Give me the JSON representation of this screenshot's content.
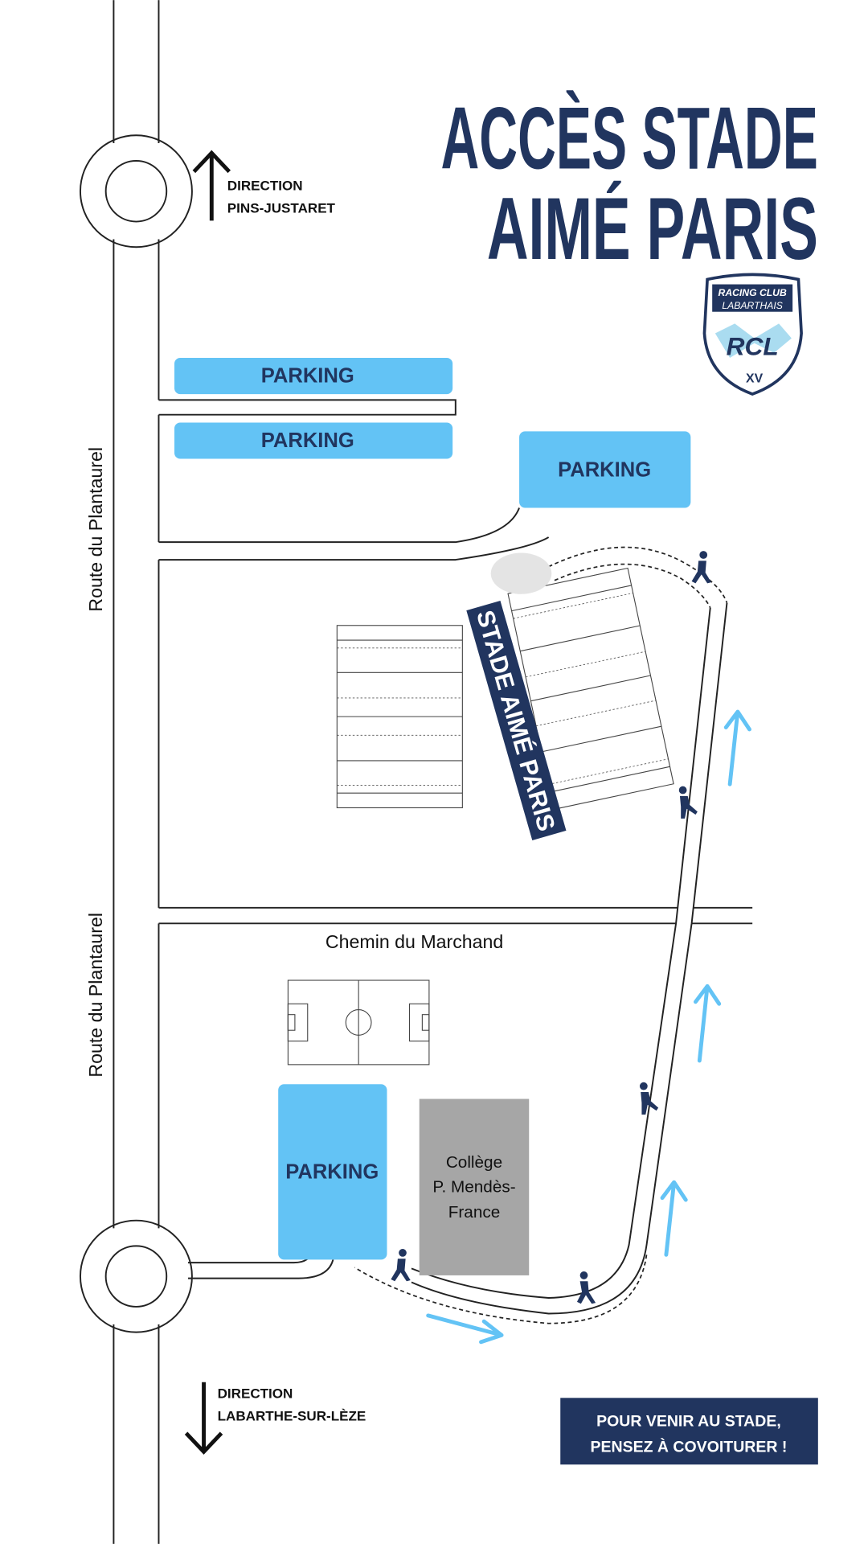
{
  "title": {
    "line1": "ACCÈS STADE",
    "line2": "AIMÉ PARIS"
  },
  "logo": {
    "line1": "RACING CLUB",
    "line2": "LABARTHAIS",
    "monogram": "RCL",
    "suffix": "XV"
  },
  "directions": {
    "north": {
      "label": "DIRECTION",
      "place": "PINS-JUSTARET"
    },
    "south": {
      "label": "DIRECTION",
      "place": "LABARTHE-SUR-LÈZE"
    }
  },
  "roads": {
    "main_upper": "Route du Plantaurel",
    "main_lower": "Route du Plantaurel",
    "cross": "Chemin du Marchand"
  },
  "parkings": [
    "PARKING",
    "PARKING",
    "PARKING",
    "PARKING"
  ],
  "stadium_label": "STADE AIMÉ PARIS",
  "college": {
    "line1": "Collège",
    "line2": "P. Mendès-",
    "line3": "France"
  },
  "carpool": {
    "line1": "POUR VENIR AU STADE,",
    "line2": "PENSEZ À COVOITURER !"
  },
  "colors": {
    "navy": "#21355f",
    "light_blue": "#63c3f5",
    "grey": "#a6a6a6"
  }
}
